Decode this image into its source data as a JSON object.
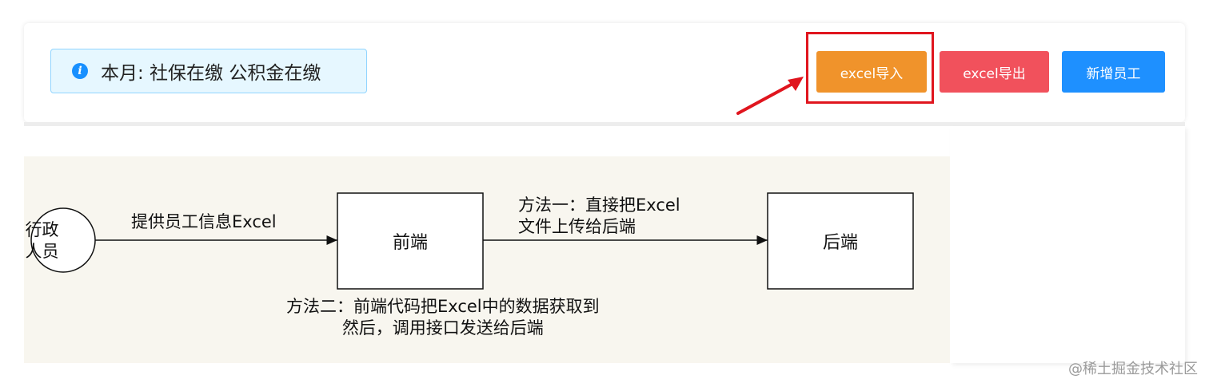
{
  "header": {
    "alert_text": "本月: 社保在缴 公积金在缴",
    "alert_icon": "info-icon",
    "buttons": {
      "import_label": "excel导入",
      "export_label": "excel导出",
      "add_label": "新增员工"
    },
    "colors": {
      "import": "#f0932b",
      "export": "#f1515c",
      "add": "#1e90ff",
      "highlight": "#e0151e"
    }
  },
  "diagram": {
    "actor_line1": "行政",
    "actor_line2": "人员",
    "edge1_label": "提供员工信息Excel",
    "frontend_label": "前端",
    "backend_label": "后端",
    "method1_line1": "方法一：直接把Excel",
    "method1_line2": "文件上传给后端",
    "method2_line1": "方法二：前端代码把Excel中的数据获取到",
    "method2_line2": "然后，调用接口发送给后端"
  },
  "watermark": "@稀土掘金技术社区"
}
